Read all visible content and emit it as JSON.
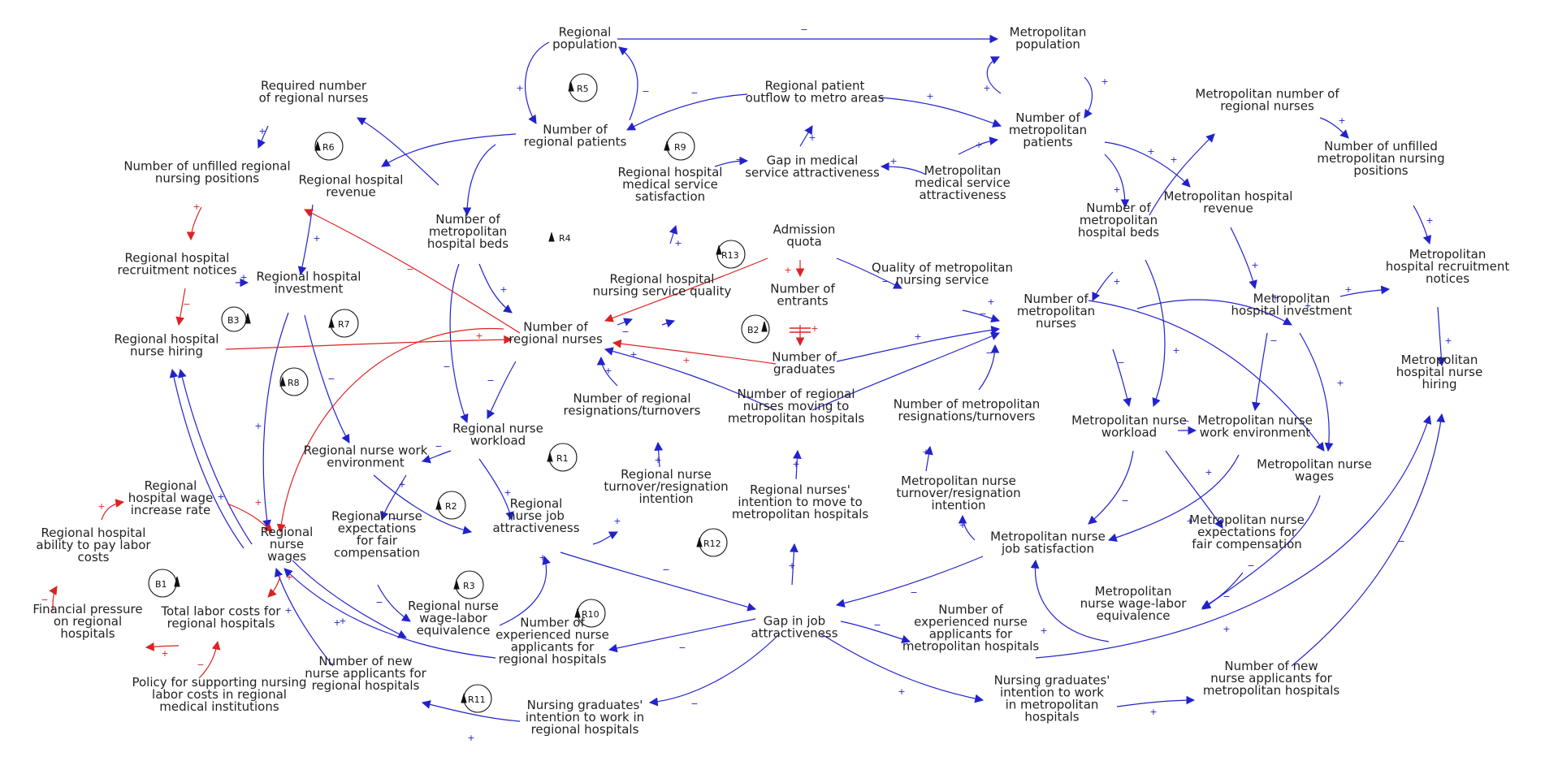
{
  "colors": {
    "positive_link": "#2222cc",
    "negative_link": "#dd2222",
    "text": "#222222",
    "loop_marker": "#111111"
  },
  "variables": {
    "regional_population": "Regional\npopulation",
    "metropolitan_population": "Metropolitan\npopulation",
    "regional_patient_outflow": "Regional patient\noutflow to metro areas",
    "required_regional_nurses": "Required number\nof regional nurses",
    "number_regional_patients": "Number of\nregional patients",
    "number_metro_patients": "Number of\nmetropolitan\npatients",
    "metro_number_regional_nurses": "Metropolitan number of\nregional nurses",
    "gap_medical_service": "Gap in medical\nservice attractiveness",
    "regional_hospital_medical_satisfaction": "Regional hospital\nmedical service\nsatisfaction",
    "metro_medical_service_attractiveness": "Metropolitan\nmedical service\nattractiveness",
    "unfilled_regional_positions": "Number of unfilled regional\nnursing positions",
    "regional_hospital_revenue": "Regional hospital\nrevenue",
    "metro_number_beds_left": "Number of\nmetropolitan\nhospital beds",
    "metro_number_beds_right": "Number of\nmetropolitan\nhospital beds",
    "metro_hospital_revenue": "Metropolitan hospital\nrevenue",
    "metro_unfilled_positions": "Number of unfilled\nmetropolitan nursing\npositions",
    "admission_quota": "Admission\nquota",
    "regional_recruitment_notices": "Regional hospital\nrecruitment notices",
    "regional_hospital_investment": "Regional hospital\ninvestment",
    "regional_nursing_service_quality": "Regional hospital\nnursing service quality",
    "number_entrants": "Number of\nentrants",
    "quality_metro_nursing_service": "Quality of metropolitan\nnursing service",
    "metro_recruitment_notices": "Metropolitan\nhospital recruitment\nnotices",
    "regional_nurse_hiring": "Regional hospital\nnurse hiring",
    "number_regional_nurses": "Number of\nregional nurses",
    "number_metro_nurses": "Number of\nmetropolitan\nnurses",
    "metro_hospital_investment": "Metropolitan\nhospital investment",
    "number_graduates": "Number of\ngraduates",
    "metro_hospital_nurse_hiring": "Metropolitan\nhospital nurse\nhiring",
    "regional_resignations": "Number of regional\nresignations/turnovers",
    "regional_moving_to_metro": "Number of regional\nnurses moving to\nmetropolitan hospitals",
    "metro_resignations": "Number of metropolitan\nresignations/turnovers",
    "regional_nurse_workload": "Regional nurse\nworkload",
    "metro_nurse_workload": "Metropolitan nurse\nworkload",
    "metro_nurse_work_environment": "Metropolitan nurse\nwork environment",
    "regional_nurse_work_environment": "Regional nurse work\nenvironment",
    "metro_nurse_wages": "Metropolitan nurse\nwages",
    "regional_wage_increase_rate": "Regional\nhospital wage\nincrease rate",
    "regional_turnover_intention": "Regional nurse\nturnover/resignation\nintention",
    "regional_intention_move": "Regional nurses'\nintention to move to\nmetropolitan hospitals",
    "metro_turnover_intention": "Metropolitan nurse\nturnover/resignation\nintention",
    "regional_nurse_job_attractiveness": "Regional\nnurse job\nattractiveness",
    "regional_nurse_expectations": "Regional nurse\nexpectations\nfor fair\ncompensation",
    "regional_hospital_ability_pay": "Regional hospital\nability to pay labor\ncosts",
    "regional_nurse_wages": "Regional\nnurse\nwages",
    "metro_nurse_job_satisfaction": "Metropolitan nurse\njob satisfaction",
    "metro_nurse_expectations": "Metropolitan nurse\nexpectations for\nfair compensation",
    "total_labor_costs": "Total labor costs for\nregional hospitals",
    "regional_wage_labor_equivalence": "Regional nurse\nwage-labor\nequivalence",
    "gap_job_attractiveness": "Gap in job\nattractiveness",
    "metro_wage_labor_equivalence": "Metropolitan\nnurse wage-labor\nequivalence",
    "financial_pressure": "Financial pressure\non regional\nhospitals",
    "experienced_applicants_regional": "Number of\nexperienced nurse\napplicants for\nregional hospitals",
    "experienced_applicants_metro": "Number of\nexperienced nurse\napplicants for\nmetropolitan hospitals",
    "new_applicants_regional": "Number of new\nnurse applicants for\nregional hospitals",
    "new_applicants_metro": "Number of new\nnurse applicants for\nmetropolitan hospitals",
    "policy_support": "Policy for supporting nursing\nlabor costs in regional\nmedical institutions",
    "graduates_intention_regional": "Nursing graduates'\nintention to work in\nregional hospitals",
    "graduates_intention_metro": "Nursing graduates'\nintention to work\nin metropolitan\nhospitals"
  },
  "loops": {
    "r1": "R1",
    "r2": "R2",
    "r3": "R3",
    "r4": "R4",
    "r5": "R5",
    "r6": "R6",
    "r7": "R7",
    "r8": "R8",
    "r9": "R9",
    "r10": "R10",
    "r11": "R11",
    "r12": "R12",
    "r13": "R13",
    "b1": "B1",
    "b2": "B2",
    "b3": "B3"
  }
}
